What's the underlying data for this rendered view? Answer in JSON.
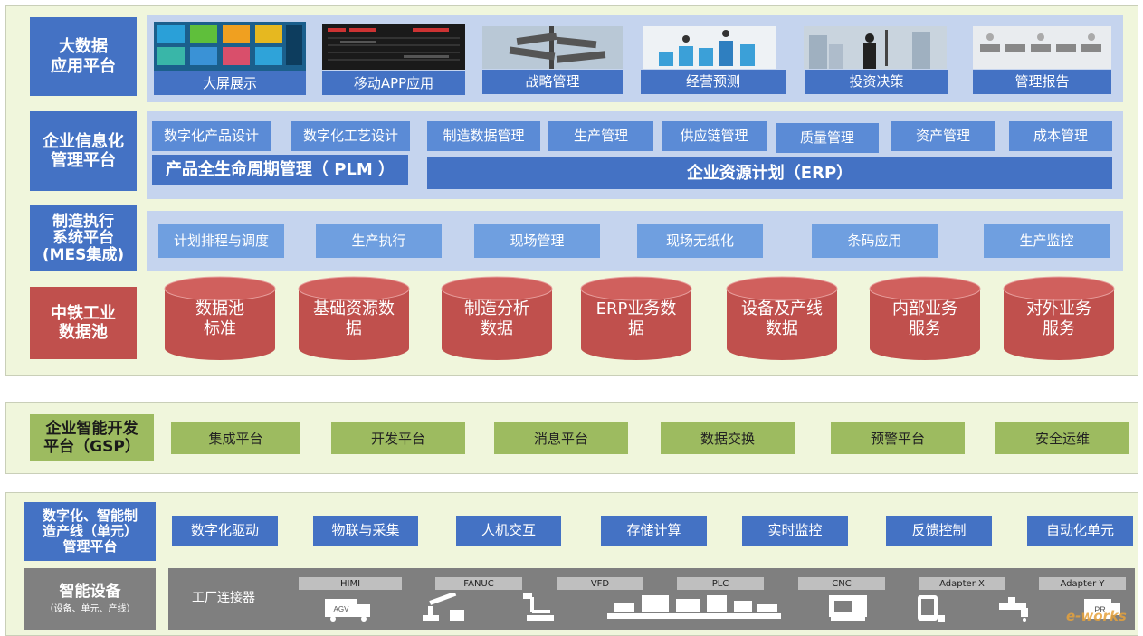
{
  "bigdata": {
    "label": "大数据\n应用平台",
    "items": [
      "大屏展示",
      "移动APP应用",
      "战略管理",
      "经营预测",
      "投资决策",
      "管理报告"
    ]
  },
  "enterprise_info": {
    "label": "企业信息化\n管理平台",
    "plm_items": [
      "数字化产品设计",
      "数字化工艺设计"
    ],
    "plm_label": "产品全生命周期管理（ PLM ）",
    "erp_items": [
      "制造数据管理",
      "生产管理",
      "供应链管理",
      "质量管理",
      "资产管理",
      "成本管理"
    ],
    "erp_label": "企业资源计划（ERP）"
  },
  "mes": {
    "label": "制造执行\n系统平台\n(MES集成)",
    "items": [
      "计划排程与调度",
      "生产执行",
      "现场管理",
      "现场无纸化",
      "条码应用",
      "生产监控"
    ]
  },
  "datapool": {
    "label": "中铁工业\n数据池",
    "items": [
      "数据池\n标准",
      "基础资源数\n据",
      "制造分析\n数据",
      "ERP业务数\n据",
      "设备及产线\n数据",
      "内部业务\n服务",
      "对外业务\n服务"
    ]
  },
  "gsp": {
    "label": "企业智能开发\n平台（GSP）",
    "items": [
      "集成平台",
      "开发平台",
      "消息平台",
      "数据交换",
      "预警平台",
      "安全运维"
    ]
  },
  "digital_line": {
    "label": "数字化、智能制\n造产线（单元）\n管理平台",
    "items": [
      "数字化驱动",
      "物联与采集",
      "人机交互",
      "存储计算",
      "实时监控",
      "反馈控制",
      "自动化单元"
    ]
  },
  "smart_devices": {
    "label": "智能设备",
    "sublabel": "（设备、单元、产线）",
    "connector_label": "工厂连接器",
    "tabs": [
      "HIMI",
      "FANUC",
      "VFD",
      "PLC",
      "CNC",
      "Adapter X",
      "Adapter Y"
    ],
    "icons": [
      {
        "name": "agv-icon",
        "text": "AGV"
      },
      {
        "name": "robot-arm-icon",
        "text": ""
      },
      {
        "name": "welding-robot-icon",
        "text": ""
      },
      {
        "name": "production-line-icon",
        "text": ""
      },
      {
        "name": "cnc-machine-icon",
        "text": ""
      },
      {
        "name": "tablet-icon",
        "text": ""
      },
      {
        "name": "faucet-icon",
        "text": ""
      },
      {
        "name": "lpr-camera-icon",
        "text": "LPR"
      }
    ]
  },
  "watermark": "e-works",
  "colors": {
    "header_blue": "#4472c4",
    "header_red": "#c0504d",
    "header_gray": "#808080",
    "gsp_green": "#9dbb60",
    "panel_bg": "#f0f6dc",
    "band_bg": "#c5d4ee"
  }
}
